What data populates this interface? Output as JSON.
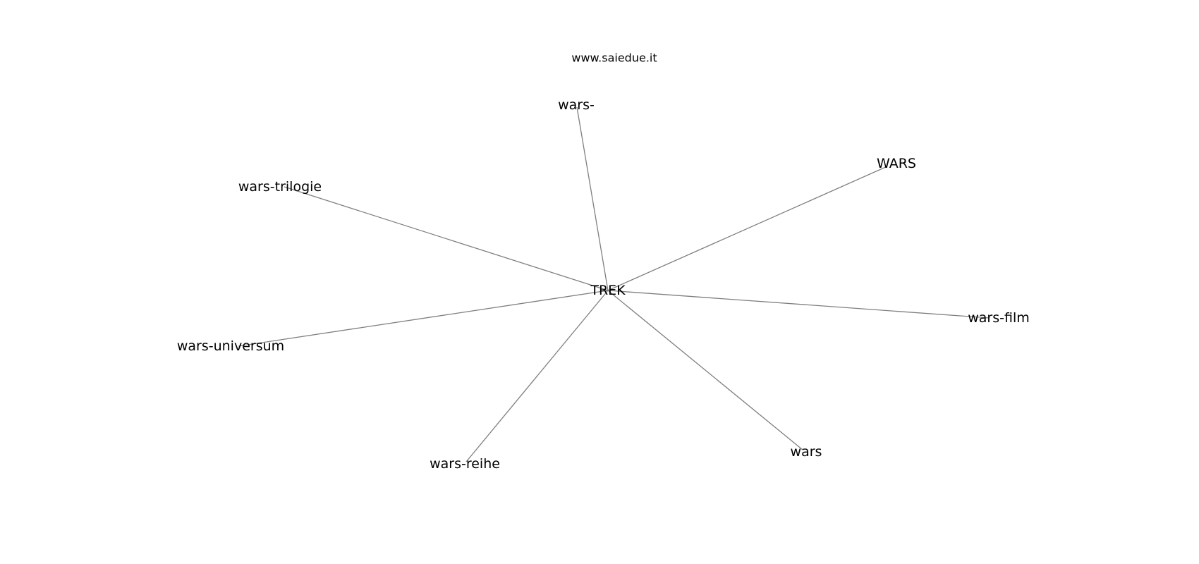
{
  "watermark": "www.saiedue.it",
  "graph": {
    "center": "TREK",
    "nodes": [
      "TREK",
      "wars-",
      "WARS",
      "wars-trilogie",
      "wars-film",
      "wars-universum",
      "wars-reihe",
      "wars"
    ],
    "edges": [
      [
        "TREK",
        "wars-"
      ],
      [
        "TREK",
        "WARS"
      ],
      [
        "TREK",
        "wars-trilogie"
      ],
      [
        "TREK",
        "wars-film"
      ],
      [
        "TREK",
        "wars-universum"
      ],
      [
        "TREK",
        "wars-reihe"
      ],
      [
        "TREK",
        "wars"
      ]
    ],
    "colors": {
      "edge": "#7f7f7f",
      "label": "#000000",
      "background": "#ffffff"
    }
  }
}
